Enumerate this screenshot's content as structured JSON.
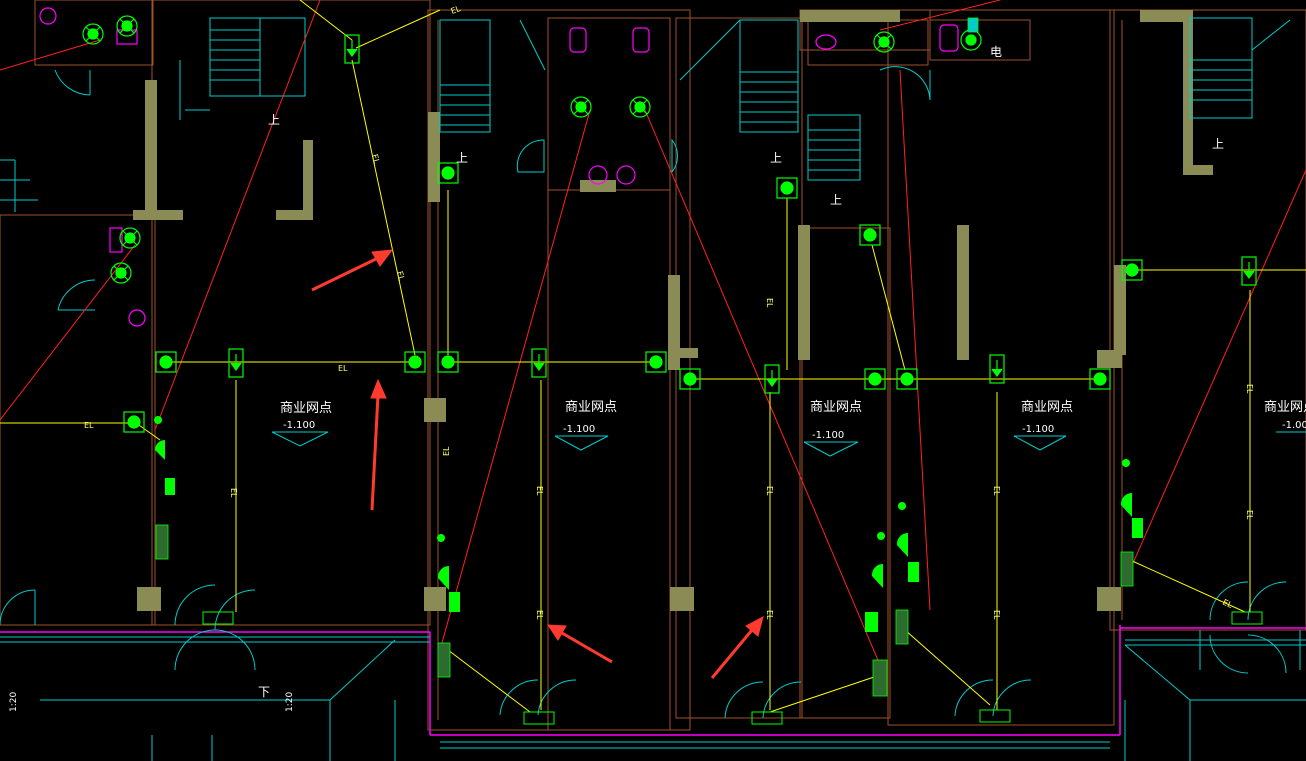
{
  "drawing": {
    "room_label": "商业网点",
    "levels": [
      "-1.100",
      "-1.100",
      "-1.100",
      "-1.100",
      "-1.00"
    ],
    "el_tag": "EL",
    "up_mark": "上",
    "down_mark": "下",
    "electric_mark": "电",
    "slope_labels": [
      "1:20",
      "1:20"
    ]
  },
  "colors": {
    "background": "#000000",
    "wall": "#8b8b55",
    "wall_outline": "#a0522d",
    "line_cyan": "#00ffff",
    "evac_line": "#ffff00",
    "red_line": "#ff2020",
    "light": "#00ff00",
    "fixture": "#ff00ff",
    "arrow": "#ff3b30",
    "boundary": "#ff00ff"
  }
}
